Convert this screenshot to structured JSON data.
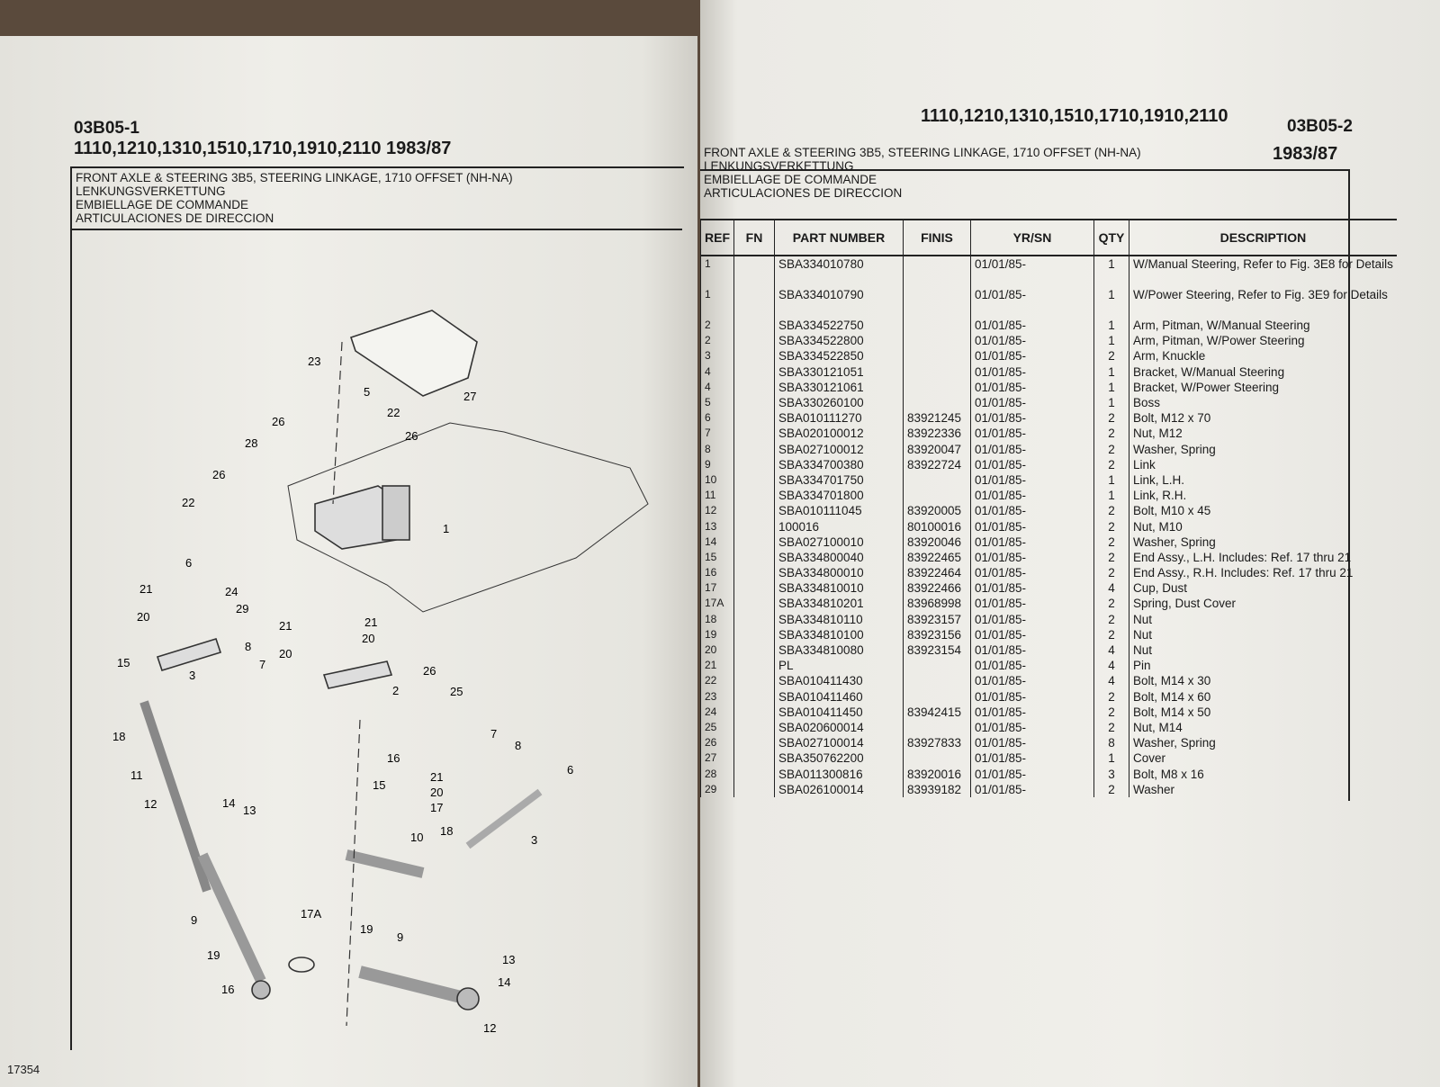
{
  "left_page": {
    "code": "03B05-1",
    "models": "1110,1210,1310,1510,1710,1910,2110  1983/87",
    "titles": [
      "FRONT AXLE & STEERING 3B5, STEERING LINKAGE, 1710 OFFSET (NH-NA)",
      "LENKUNGSVERKETTUNG",
      "EMBIELLAGE DE COMMANDE",
      "ARTICULACIONES DE DIRECCION"
    ],
    "callouts": [
      "23",
      "5",
      "22",
      "26",
      "26",
      "27",
      "28",
      "26",
      "22",
      "1",
      "6",
      "24",
      "29",
      "21",
      "20",
      "8",
      "7",
      "3",
      "15",
      "21",
      "20",
      "21",
      "20",
      "26",
      "25",
      "2",
      "18",
      "16",
      "11",
      "7",
      "8",
      "6",
      "21",
      "20",
      "15",
      "17",
      "3",
      "12",
      "14",
      "13",
      "10",
      "18",
      "9",
      "19",
      "16",
      "17A",
      "19",
      "9",
      "13",
      "14",
      "12"
    ],
    "footer": "17354"
  },
  "right_page": {
    "models": "1110,1210,1310,1510,1710,1910,2110",
    "code": "03B05-2",
    "years": "1983/87",
    "titles": [
      "FRONT AXLE & STEERING 3B5, STEERING LINKAGE, 1710 OFFSET (NH-NA)",
      "LENKUNGSVERKETTUNG",
      "EMBIELLAGE DE COMMANDE",
      "ARTICULACIONES DE DIRECCION"
    ],
    "columns": [
      "REF",
      "FN",
      "PART NUMBER",
      "FINIS",
      "YR/SN",
      "QTY",
      "DESCRIPTION"
    ],
    "rows": [
      [
        "1",
        "",
        "SBA334010780",
        "",
        "01/01/85-",
        "1",
        "W/Manual Steering, Refer to Fig. 3E8 for Details"
      ],
      [
        "1",
        "",
        "SBA334010790",
        "",
        "01/01/85-",
        "1",
        "W/Power Steering, Refer to Fig. 3E9 for Details"
      ],
      [
        "2",
        "",
        "SBA334522750",
        "",
        "01/01/85-",
        "1",
        "Arm, Pitman, W/Manual Steering"
      ],
      [
        "2",
        "",
        "SBA334522800",
        "",
        "01/01/85-",
        "1",
        "Arm, Pitman, W/Power Steering"
      ],
      [
        "3",
        "",
        "SBA334522850",
        "",
        "01/01/85-",
        "2",
        "Arm, Knuckle"
      ],
      [
        "4",
        "",
        "SBA330121051",
        "",
        "01/01/85-",
        "1",
        "Bracket, W/Manual Steering"
      ],
      [
        "4",
        "",
        "SBA330121061",
        "",
        "01/01/85-",
        "1",
        "Bracket, W/Power Steering"
      ],
      [
        "5",
        "",
        "SBA330260100",
        "",
        "01/01/85-",
        "1",
        "Boss"
      ],
      [
        "6",
        "",
        "SBA010111270",
        "83921245",
        "01/01/85-",
        "2",
        "Bolt, M12 x 70"
      ],
      [
        "7",
        "",
        "SBA020100012",
        "83922336",
        "01/01/85-",
        "2",
        "Nut, M12"
      ],
      [
        "8",
        "",
        "SBA027100012",
        "83920047",
        "01/01/85-",
        "2",
        "Washer, Spring"
      ],
      [
        "9",
        "",
        "SBA334700380",
        "83922724",
        "01/01/85-",
        "2",
        "Link"
      ],
      [
        "10",
        "",
        "SBA334701750",
        "",
        "01/01/85-",
        "1",
        "Link, L.H."
      ],
      [
        "11",
        "",
        "SBA334701800",
        "",
        "01/01/85-",
        "1",
        "Link, R.H."
      ],
      [
        "12",
        "",
        "SBA010111045",
        "83920005",
        "01/01/85-",
        "2",
        "Bolt, M10 x 45"
      ],
      [
        "13",
        "",
        "100016",
        "80100016",
        "01/01/85-",
        "2",
        "Nut, M10"
      ],
      [
        "14",
        "",
        "SBA027100010",
        "83920046",
        "01/01/85-",
        "2",
        "Washer, Spring"
      ],
      [
        "15",
        "",
        "SBA334800040",
        "83922465",
        "01/01/85-",
        "2",
        "End Assy., L.H. Includes: Ref. 17 thru 21"
      ],
      [
        "16",
        "",
        "SBA334800010",
        "83922464",
        "01/01/85-",
        "2",
        "End Assy., R.H. Includes: Ref. 17 thru 21"
      ],
      [
        "17",
        "",
        "SBA334810010",
        "83922466",
        "01/01/85-",
        "4",
        "Cup, Dust"
      ],
      [
        "17A",
        "",
        "SBA334810201",
        "83968998",
        "01/01/85-",
        "2",
        "Spring, Dust Cover"
      ],
      [
        "18",
        "",
        "SBA334810110",
        "83923157",
        "01/01/85-",
        "2",
        "Nut"
      ],
      [
        "19",
        "",
        "SBA334810100",
        "83923156",
        "01/01/85-",
        "2",
        "Nut"
      ],
      [
        "20",
        "",
        "SBA334810080",
        "83923154",
        "01/01/85-",
        "4",
        "Nut"
      ],
      [
        "21",
        "",
        "PL",
        "",
        "01/01/85-",
        "4",
        "Pin"
      ],
      [
        "22",
        "",
        "SBA010411430",
        "",
        "01/01/85-",
        "4",
        "Bolt, M14 x 30"
      ],
      [
        "23",
        "",
        "SBA010411460",
        "",
        "01/01/85-",
        "2",
        "Bolt, M14 x 60"
      ],
      [
        "24",
        "",
        "SBA010411450",
        "83942415",
        "01/01/85-",
        "2",
        "Bolt, M14 x 50"
      ],
      [
        "25",
        "",
        "SBA020600014",
        "",
        "01/01/85-",
        "2",
        "Nut, M14"
      ],
      [
        "26",
        "",
        "SBA027100014",
        "83927833",
        "01/01/85-",
        "8",
        "Washer, Spring"
      ],
      [
        "27",
        "",
        "SBA350762200",
        "",
        "01/01/85-",
        "1",
        "Cover"
      ],
      [
        "28",
        "",
        "SBA011300816",
        "83920016",
        "01/01/85-",
        "3",
        "Bolt, M8 x 16"
      ],
      [
        "29",
        "",
        "SBA026100014",
        "83939182",
        "01/01/85-",
        "2",
        "Washer"
      ]
    ]
  }
}
